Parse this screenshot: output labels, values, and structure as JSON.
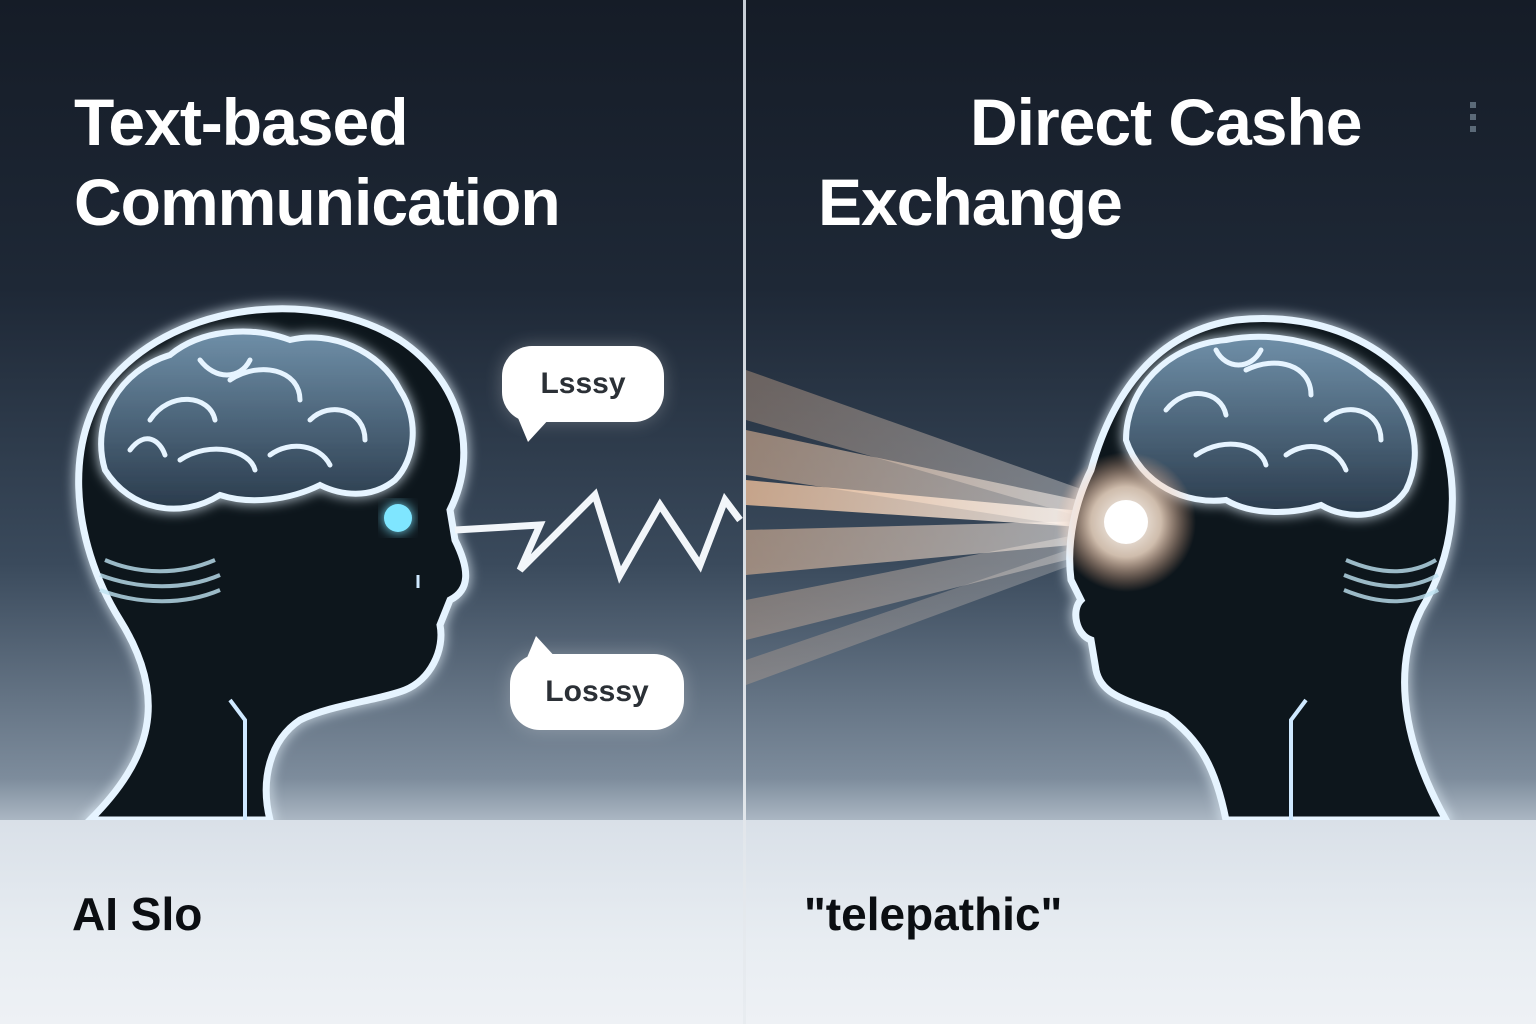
{
  "left_panel": {
    "title_line_1": "Text-based",
    "title_line_2": "Communication",
    "bubble_top": "Lsssy",
    "bubble_bottom": "Losssy",
    "caption": "AI Slo"
  },
  "right_panel": {
    "title_line_1": "Direct Cashe",
    "title_line_2": "Exchange",
    "caption": "\"telepathic\""
  },
  "colors": {
    "background_dark": "#151c27",
    "glow_outline": "#cfe9ff",
    "eye_dot": "#7fe6ff",
    "beam": "#ffd1b0",
    "footer": "#e8edf2"
  },
  "icons": [
    "brain-icon",
    "head-silhouette-icon",
    "lightning-zigzag-icon",
    "light-beam-icon"
  ]
}
